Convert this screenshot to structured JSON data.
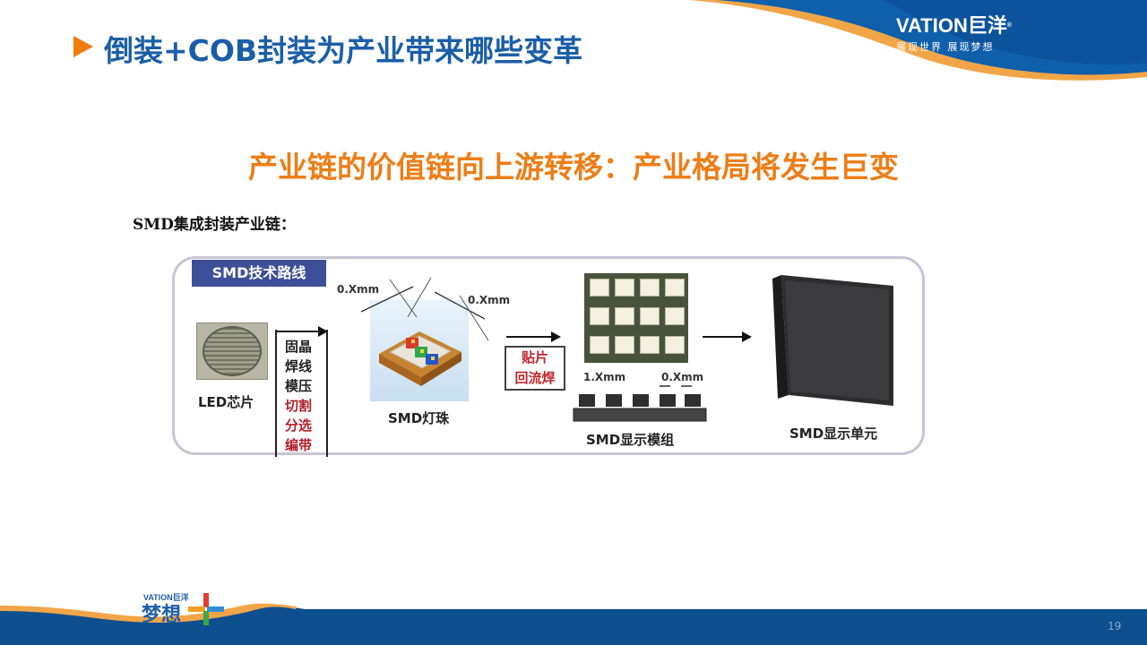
{
  "brand": {
    "name": "VATION巨洋",
    "registered": "®",
    "slogan": "展现世界  展现梦想"
  },
  "header": {
    "title": "倒装+COB封装为产业带来哪些变革"
  },
  "subtitle": "产业链的价值链向上游转移：产业格局将发生巨变",
  "section_label": "SMD集成封装产业链：",
  "diagram": {
    "route_tag": "SMD技术路线",
    "led_chip": "LED芯片",
    "process_steps": [
      {
        "label": "固晶",
        "color": "#222222"
      },
      {
        "label": "焊线",
        "color": "#222222"
      },
      {
        "label": "模压",
        "color": "#222222"
      },
      {
        "label": "切割",
        "color": "#b01f2a"
      },
      {
        "label": "分选",
        "color": "#b01f2a"
      },
      {
        "label": "编带",
        "color": "#b01f2a"
      }
    ],
    "smd_bead": "SMD灯珠",
    "dim_a": "0.Xmm",
    "dim_b": "0.Xmm",
    "reflow": [
      "贴片",
      "回流焊"
    ],
    "module_dim_a": "1.Xmm",
    "module_dim_b": "0.Xmm",
    "smd_module": "SMD显示模组",
    "smd_unit": "SMD显示单元"
  },
  "footer": {
    "logo_brand": "VATION巨洋",
    "logo_text": "梦想",
    "page_number": "19"
  },
  "colors": {
    "title_blue": "#1b5ea8",
    "accent_orange": "#ee7d16",
    "footer_blue": "#0d4f8f",
    "tag_blue": "#3c4f97",
    "process_red": "#b01f2a"
  },
  "icons": [
    "play-arrow-icon",
    "plus-logo-icon"
  ]
}
